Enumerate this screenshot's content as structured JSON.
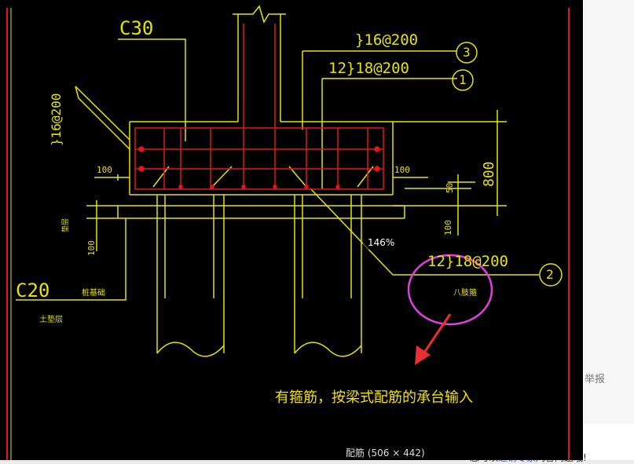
{
  "page": {
    "report_label": "举报",
    "bottom_prefix": "您可以",
    "bottom_link": "邀请专家",
    "bottom_suffix": "问答问题哦!"
  },
  "viewer": {
    "zoom": "146%",
    "caption": "配筋 (506 × 442)",
    "annotation": "有箍筋，按梁式配筋的承台输入"
  },
  "drawing": {
    "labels": {
      "c30": "C30",
      "c20": "C20",
      "rebar_top": "}16@200",
      "rebar_mid": "12}18@200",
      "rebar_bottom": "12}18@200",
      "rebar_left": "}16@200",
      "dim_100_left": "100",
      "dim_100_right": "100",
      "dim_100_vert": "100",
      "dim_800": "800",
      "dim_50": "50",
      "dim_100_lower": "100",
      "mark_1": "1",
      "mark_2": "2",
      "mark_3": "3",
      "note_left": "垫层",
      "note_soil": "土垫层",
      "note_pile": "桩基础",
      "note_right": "八肢箍"
    },
    "colors": {
      "line": "#e8e400",
      "rebar": "#e01818",
      "circle": "#e040e0",
      "arrow": "#e83030"
    }
  }
}
